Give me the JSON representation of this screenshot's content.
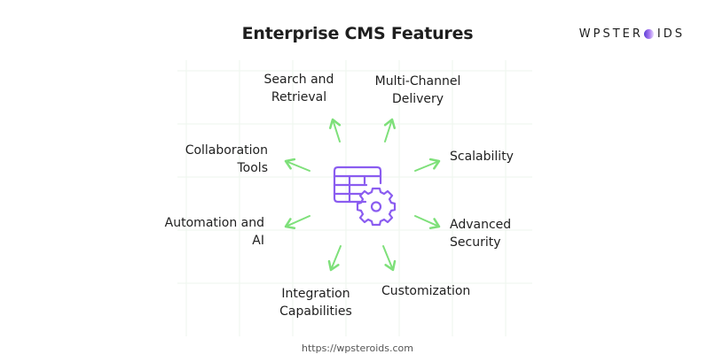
{
  "title": "Enterprise CMS Features",
  "brand": {
    "left": "WPSTER",
    "right": "IDS",
    "o_icon": "gradient-circle-o"
  },
  "center_icon": "table-gear-icon",
  "features": [
    {
      "id": "search",
      "text": "Search and\nRetrieval"
    },
    {
      "id": "multichannel",
      "text": "Multi-Channel\nDelivery"
    },
    {
      "id": "scalability",
      "text": "Scalability"
    },
    {
      "id": "security",
      "text": "Advanced\nSecurity"
    },
    {
      "id": "customization",
      "text": "Customization"
    },
    {
      "id": "integration",
      "text": "Integration\nCapabilities"
    },
    {
      "id": "automation",
      "text": "Automation and\nAI"
    },
    {
      "id": "collaboration",
      "text": "Collaboration\nTools"
    }
  ],
  "url": "https://wpsteroids.com",
  "colors": {
    "arrow": "#7ee07a",
    "icon": "#8a5cf0",
    "grid": "#eef5ee"
  }
}
